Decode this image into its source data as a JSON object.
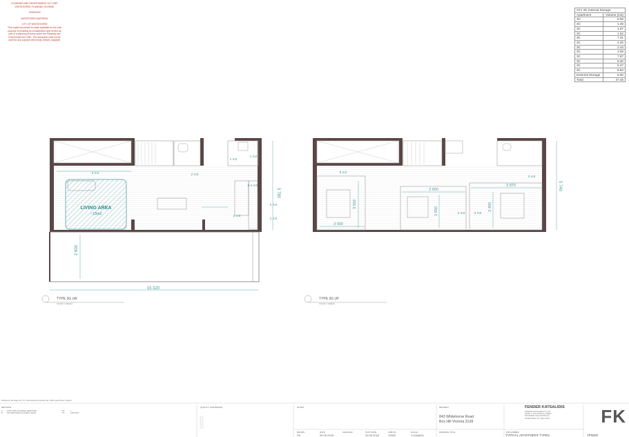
{
  "stamp": {
    "lines": [
      "PLANNING AND ENVIRONMENT ACT 1987",
      "WHITEHORSE PLANNING SCHEME",
      "",
      "14/08/2018",
      "",
      "ADVERTISED MATERIAL",
      "",
      "CITY OF WHITEHORSE",
      "This copied document is made available for the sole",
      "purpose of enabling its consideration and review as",
      "part of a planning process under the Planning and",
      "Environment Act 1987. The document must not be",
      "used for any purpose which may breach copyright."
    ]
  },
  "storage_table": {
    "title": "STJ 3G Internal Storage",
    "col_apartment": "Apartment",
    "col_volume": "Volume (m3)",
    "rows": [
      {
        "apt": "3C",
        "vol": "5.59"
      },
      {
        "apt": "3C",
        "vol": "1.45"
      },
      {
        "apt": "3C",
        "vol": "1.57"
      },
      {
        "apt": "3C",
        "vol": "1.52"
      },
      {
        "apt": "3C",
        "vol": "7.31"
      },
      {
        "apt": "3C",
        "vol": "2.25"
      },
      {
        "apt": "3C",
        "vol": "2.44"
      },
      {
        "apt": "3C",
        "vol": "2.69"
      },
      {
        "apt": "3C",
        "vol": "7.87"
      },
      {
        "apt": "3C",
        "vol": "5.30"
      },
      {
        "apt": "3C",
        "vol": "5.37"
      },
      {
        "apt": "3C",
        "vol": "8.83"
      },
      {
        "apt": "External Storage",
        "vol": "5.00"
      },
      {
        "apt": "Total",
        "vol": "47.45"
      }
    ]
  },
  "plan_lw": {
    "area_label": "LIVING AREA",
    "area_value": "~13m2",
    "dim_width": "15 320",
    "dim_depth": "5 780",
    "dim_balcony": "2 600",
    "storage_labels": [
      "9 m3",
      "1 m3",
      "1 m3",
      "2 m3",
      "0.4 m3",
      "2 m3",
      "2 m3",
      "2 m3"
    ],
    "title": "TYPE 3G LW",
    "scale": "SCALE 1:100@A1"
  },
  "plan_uf": {
    "dim_depth": "5 740",
    "dims": [
      "3 000",
      "3 550",
      "3 650",
      "2 950",
      "3 875",
      "3 400"
    ],
    "storage_labels": [
      "5 m3",
      "3 m3",
      "5 m3",
      "3 m3"
    ],
    "title": "TYPE 3G UF",
    "scale": "SCALE 1:100@A1"
  },
  "title_block": {
    "filepath": "Whitehorse Rd Stage 3G / TP / 843 Whitehorse Rd Box Hill / 2018 Latest Plans / Stage 3",
    "revisions_label": "REVISION",
    "revisions": [
      {
        "rev": "A",
        "desc": "FOR TOWN PLANNING RESPONSE",
        "by": "PK",
        "date": "1"
      },
      {
        "rev": "B",
        "desc": "RFI RESPONSE PLANNING ISSUE",
        "by": "PK",
        "date": "04/07/2017"
      }
    ],
    "quality_label": "QUALITY ASSURANCE",
    "notes_label": "NOTES",
    "project_label": "PROJECT",
    "project_address_1": "843 Whitehorse Road",
    "project_address_2": "Box Hill Victoria 3128",
    "firm_name": "FENDER KATSALIDIS",
    "firm_lines": [
      "FENDER KATSALIDIS PTY LTD",
      "LEVEL 1, 230 CHURCH STREET",
      "RICHMOND 3121 AUSTRALIA",
      "TELEPHONE +61 3 9642 5333"
    ],
    "logo": "FK",
    "drawing_title": "TYPICAL APARTMENT TYPES",
    "drawing_label": "DRAWING TITLE",
    "job_label": "JOB NUMBER",
    "job_number": "TP0500",
    "bottom_labels": [
      "DRAWN",
      "DATE",
      "CHECKED",
      "PLOT DATE",
      "JOB NO",
      "SCALE"
    ],
    "bottom_values": [
      "PK",
      "09.06.2018",
      "",
      "30.05.2018",
      "12503",
      "1:100@A1"
    ]
  }
}
